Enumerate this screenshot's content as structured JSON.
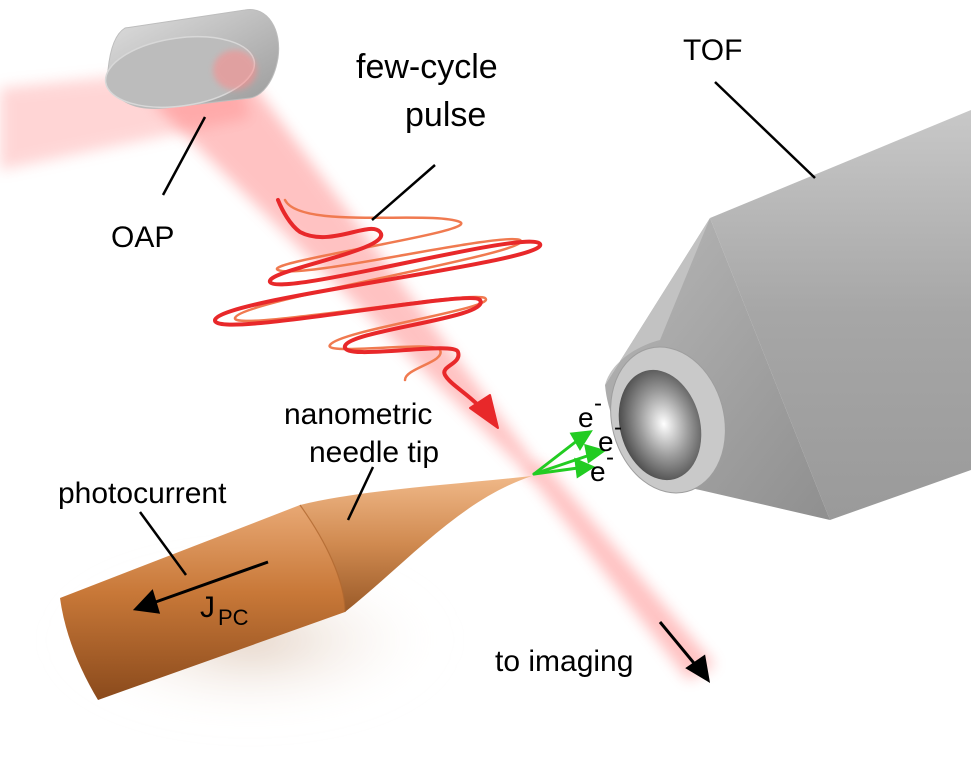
{
  "labels": {
    "oap": "OAP",
    "pulse_line1": "few-cycle",
    "pulse_line2": "pulse",
    "tof": "TOF",
    "electron_base": "e",
    "electron_sup": "-",
    "needle_line1": "nanometric",
    "needle_line2": "needle tip",
    "photocurrent": "photocurrent",
    "jpc_base": "J",
    "jpc_sub": "PC",
    "to_imaging": "to imaging"
  },
  "colors": {
    "laser_beam": "#ff6f6f",
    "pulse_dark": "#e8282a",
    "pulse_light": "#f07a50",
    "needle": "#c87838",
    "tof_body": "#a9a9a9",
    "electron_arrows": "#22cc22",
    "arrow_black": "#000000"
  }
}
